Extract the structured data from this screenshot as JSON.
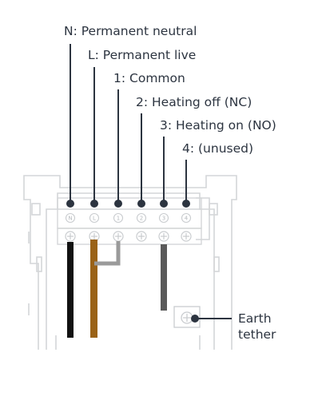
{
  "labels": {
    "n": "N: Permanent neutral",
    "l": "L: Permanent live",
    "t1": "1: Common",
    "t2": "2: Heating off (NC)",
    "t3": "3: Heating on (NO)",
    "t4": "4: (unused)"
  },
  "terminals": [
    "N",
    "L",
    "1",
    "2",
    "3",
    "4"
  ],
  "earth": {
    "line1": "Earth",
    "line2": "tether"
  },
  "colors": {
    "leader": "#2c3440",
    "outline": "#d4d6d8",
    "wire_neutral": "#111111",
    "wire_live": "#9a6217",
    "wire_common": "#9a9a9a",
    "wire_on": "#5a5a5a"
  }
}
